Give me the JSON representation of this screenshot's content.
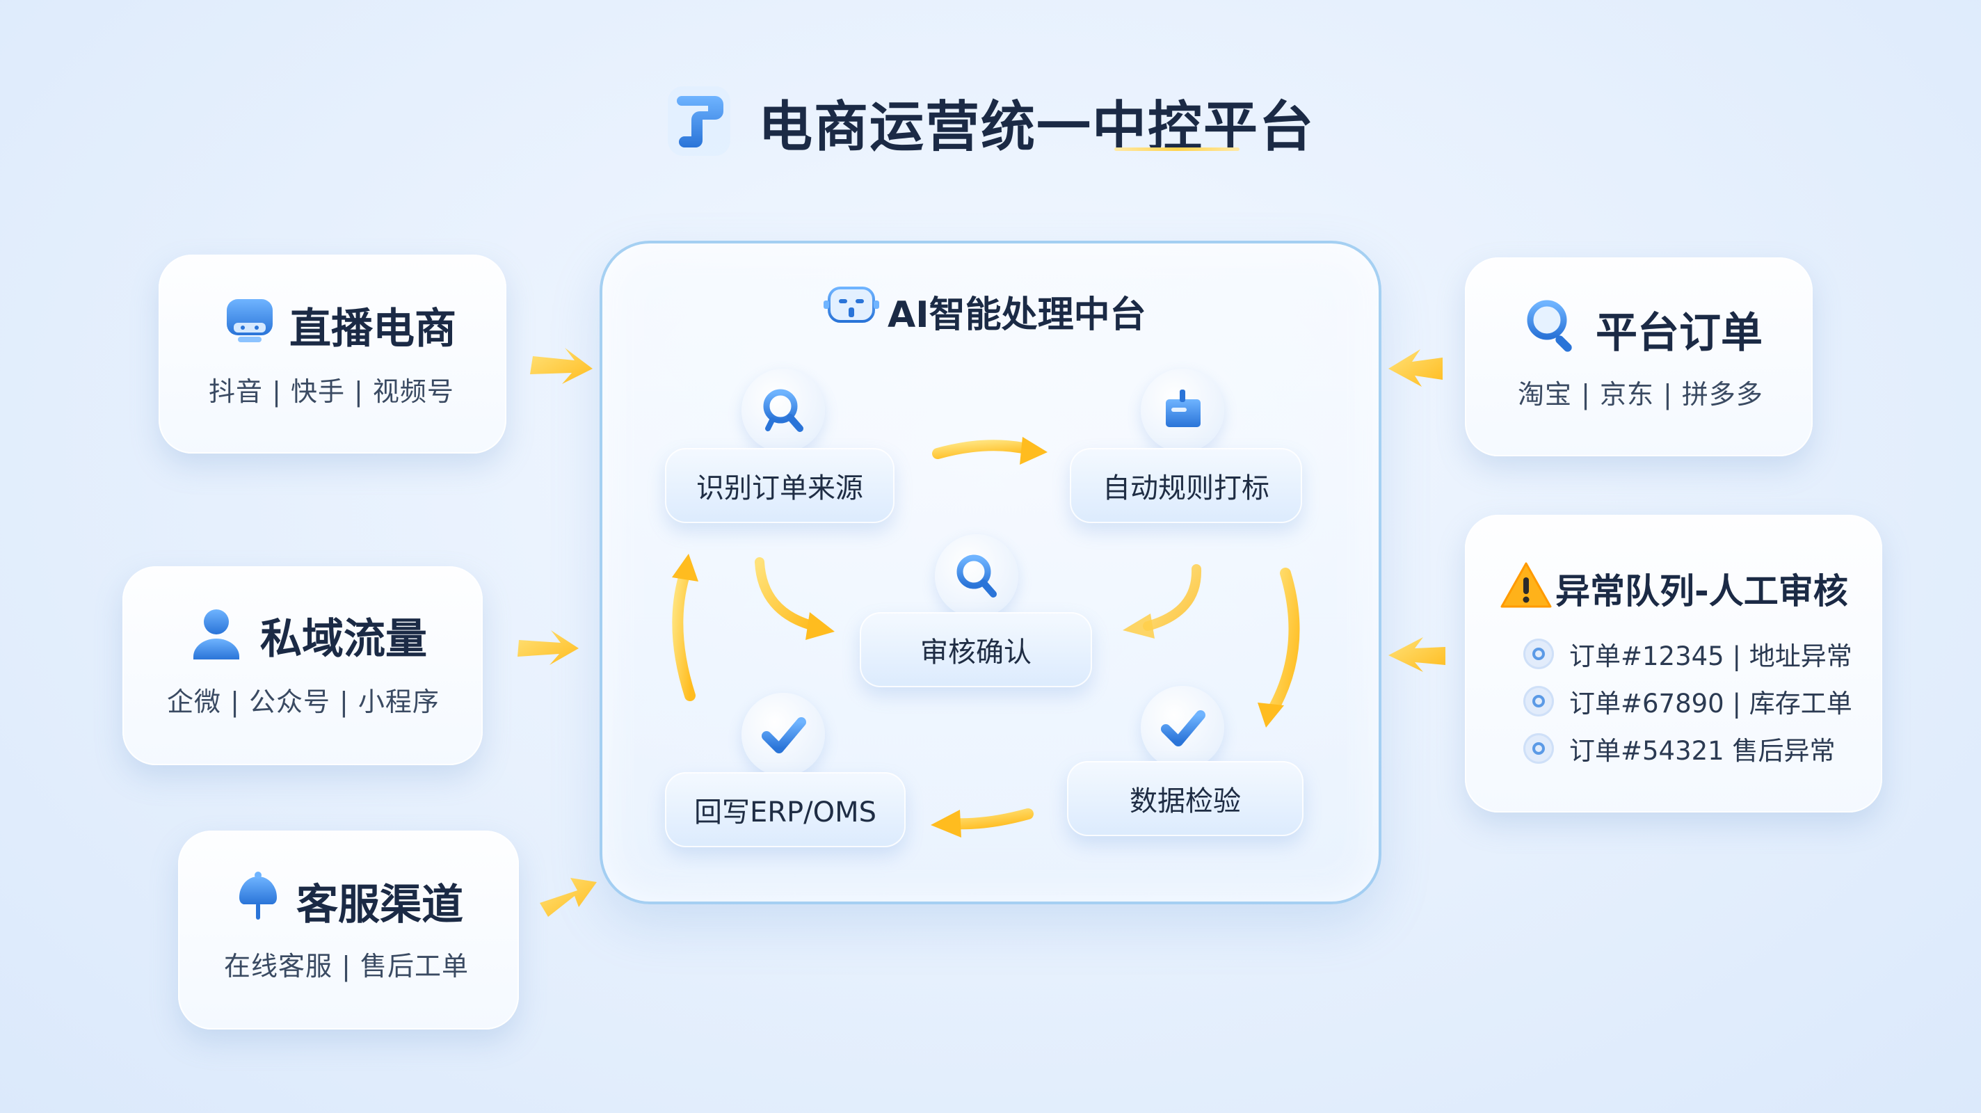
{
  "header": {
    "title": "电商运营统一中控平台",
    "logo_icon": "key-chip-icon"
  },
  "sources_left": [
    {
      "title": "直播电商",
      "sub": "抖音 | 快手 | 视频号",
      "icon": "live-stream-icon"
    },
    {
      "title": "私域流量",
      "sub": "企微 | 公众号 | 小程序",
      "icon": "user-icon"
    },
    {
      "title": "客服渠道",
      "sub": "在线客服 | 售后工单",
      "icon": "headset-icon"
    }
  ],
  "sources_right": {
    "platform": {
      "title": "平台订单",
      "sub": "淘宝 | 京东 | 拼多多",
      "icon": "search-magnifier-icon"
    },
    "exception": {
      "title": "异常队列-人工审核",
      "icon": "warning-icon",
      "rows": [
        "订单#12345 | 地址异常",
        "订单#67890 | 库存工单",
        "订单#54321 售后异常"
      ]
    }
  },
  "hub": {
    "title": "AI智能处理中台",
    "icon": "robot-icon",
    "steps": {
      "identify": "识别订单来源",
      "tag": "自动规则打标",
      "review": "审核确认",
      "validate": "数据检验",
      "writeback": "回写ERP/OMS"
    }
  },
  "colors": {
    "accent_blue": "#2f7fe0",
    "arrow_yellow": "#ffc533",
    "hub_border": "#96c8f0"
  }
}
